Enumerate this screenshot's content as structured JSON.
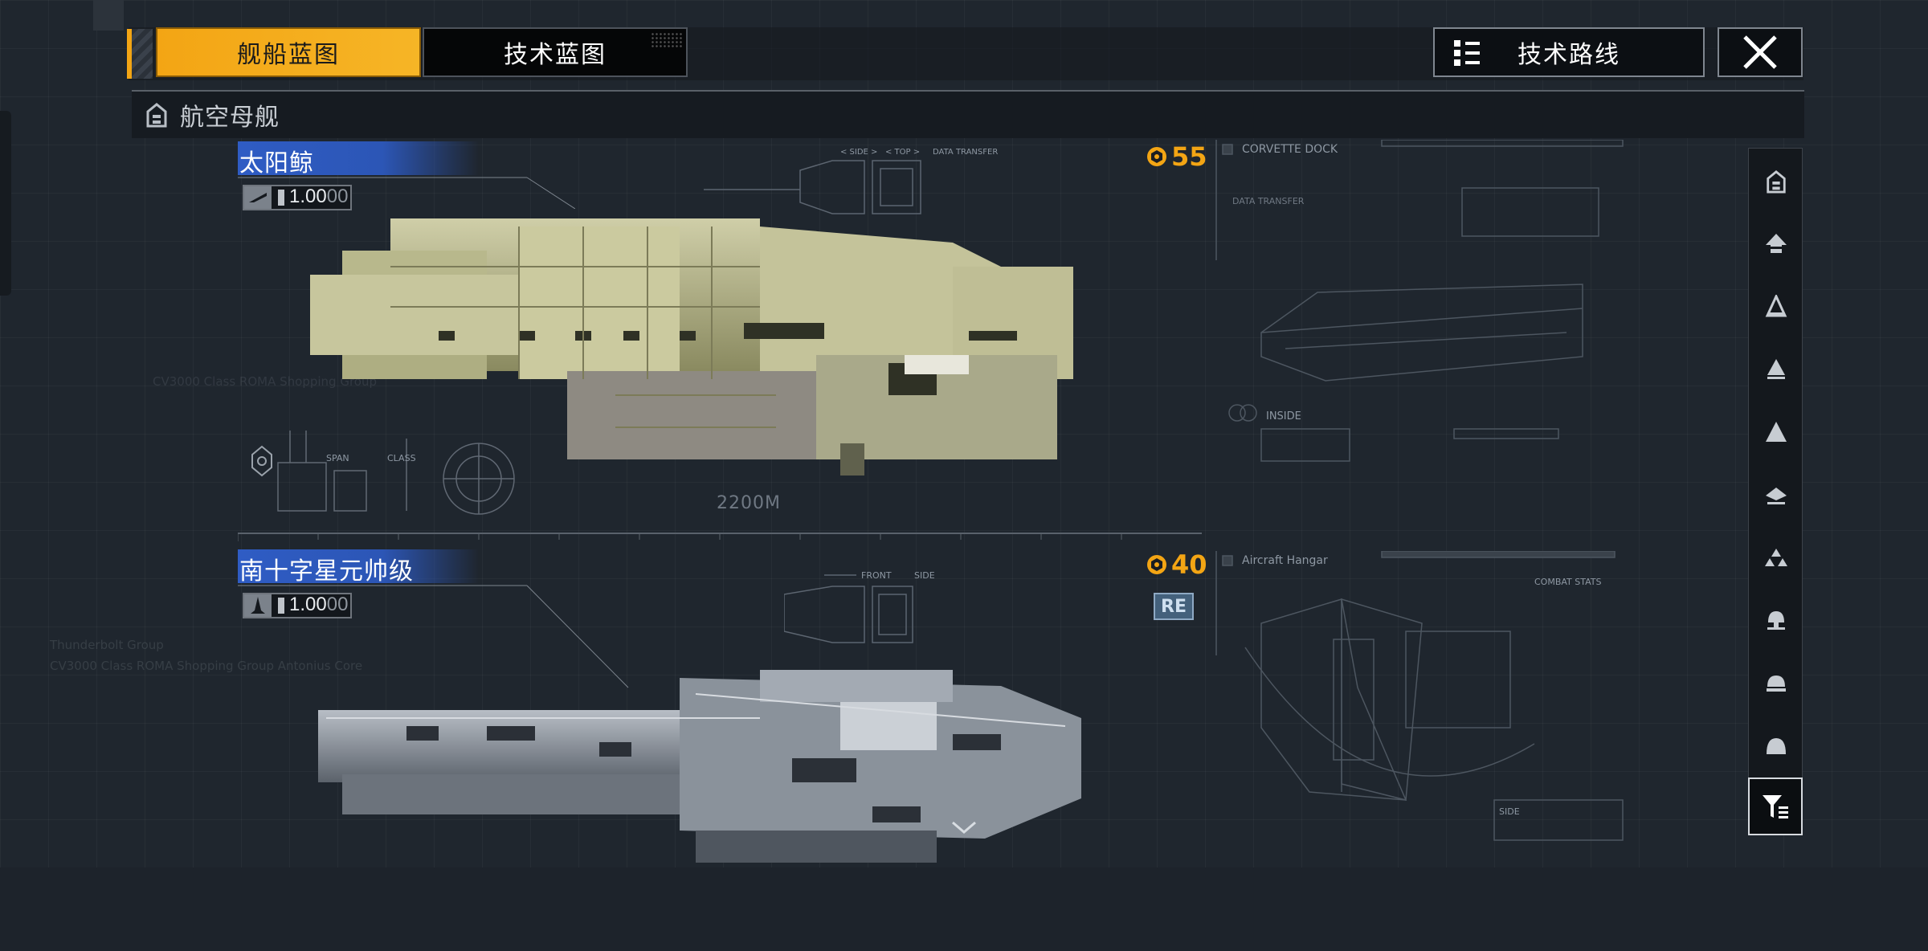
{
  "tabs": [
    {
      "label": "舰船蓝图",
      "active": true
    },
    {
      "label": "技术蓝图",
      "active": false
    }
  ],
  "tech_route": {
    "label": "技术路线",
    "icon": "tree-list-icon"
  },
  "close": {
    "icon": "close-icon"
  },
  "category": {
    "label": "航空母舰",
    "icon": "carrier-class-icon"
  },
  "ships": [
    {
      "name": "太阳鲸",
      "rating": "1.00",
      "rating_suffix": "00",
      "cost": "55",
      "ship_icon": "carrier-icon",
      "blueprint": {
        "labels": [
          "CORVETTE DOCK",
          "DATA TRANSFER",
          "INSIDE",
          "2200M",
          "SPAN",
          "CLASS",
          "< SIDE >",
          "< TOP >",
          "DATA TRANSFER"
        ],
        "length": "2200M"
      }
    },
    {
      "name": "南十字星元帅级",
      "rating": "1.00",
      "rating_suffix": "00",
      "cost": "40",
      "badge": "RE",
      "ship_icon": "fighter-icon",
      "blueprint": {
        "labels": [
          "Aircraft Hangar",
          "FRONT",
          "SIDE",
          "COMBAT STATS",
          "SIDE"
        ]
      }
    }
  ],
  "background_text": [
    "Thunderbolt Group",
    "CV3000 Class ROMA Shopping Group Antonius Core",
    "CV3000 Class ROMA Shopping Group"
  ],
  "filter_rail": {
    "items": [
      "carrier-class-icon",
      "battleship-icon",
      "cruiser-icon",
      "destroyer-icon",
      "frigate-icon",
      "corvette-icon",
      "fighter-squad-icon",
      "aux-ship-icon",
      "station-icon",
      "dome-icon"
    ],
    "filter_icon": "filter-icon"
  },
  "colors": {
    "accent": "#f3a514",
    "name_bar": "#2f5cc4",
    "re_badge": "#44617c"
  }
}
